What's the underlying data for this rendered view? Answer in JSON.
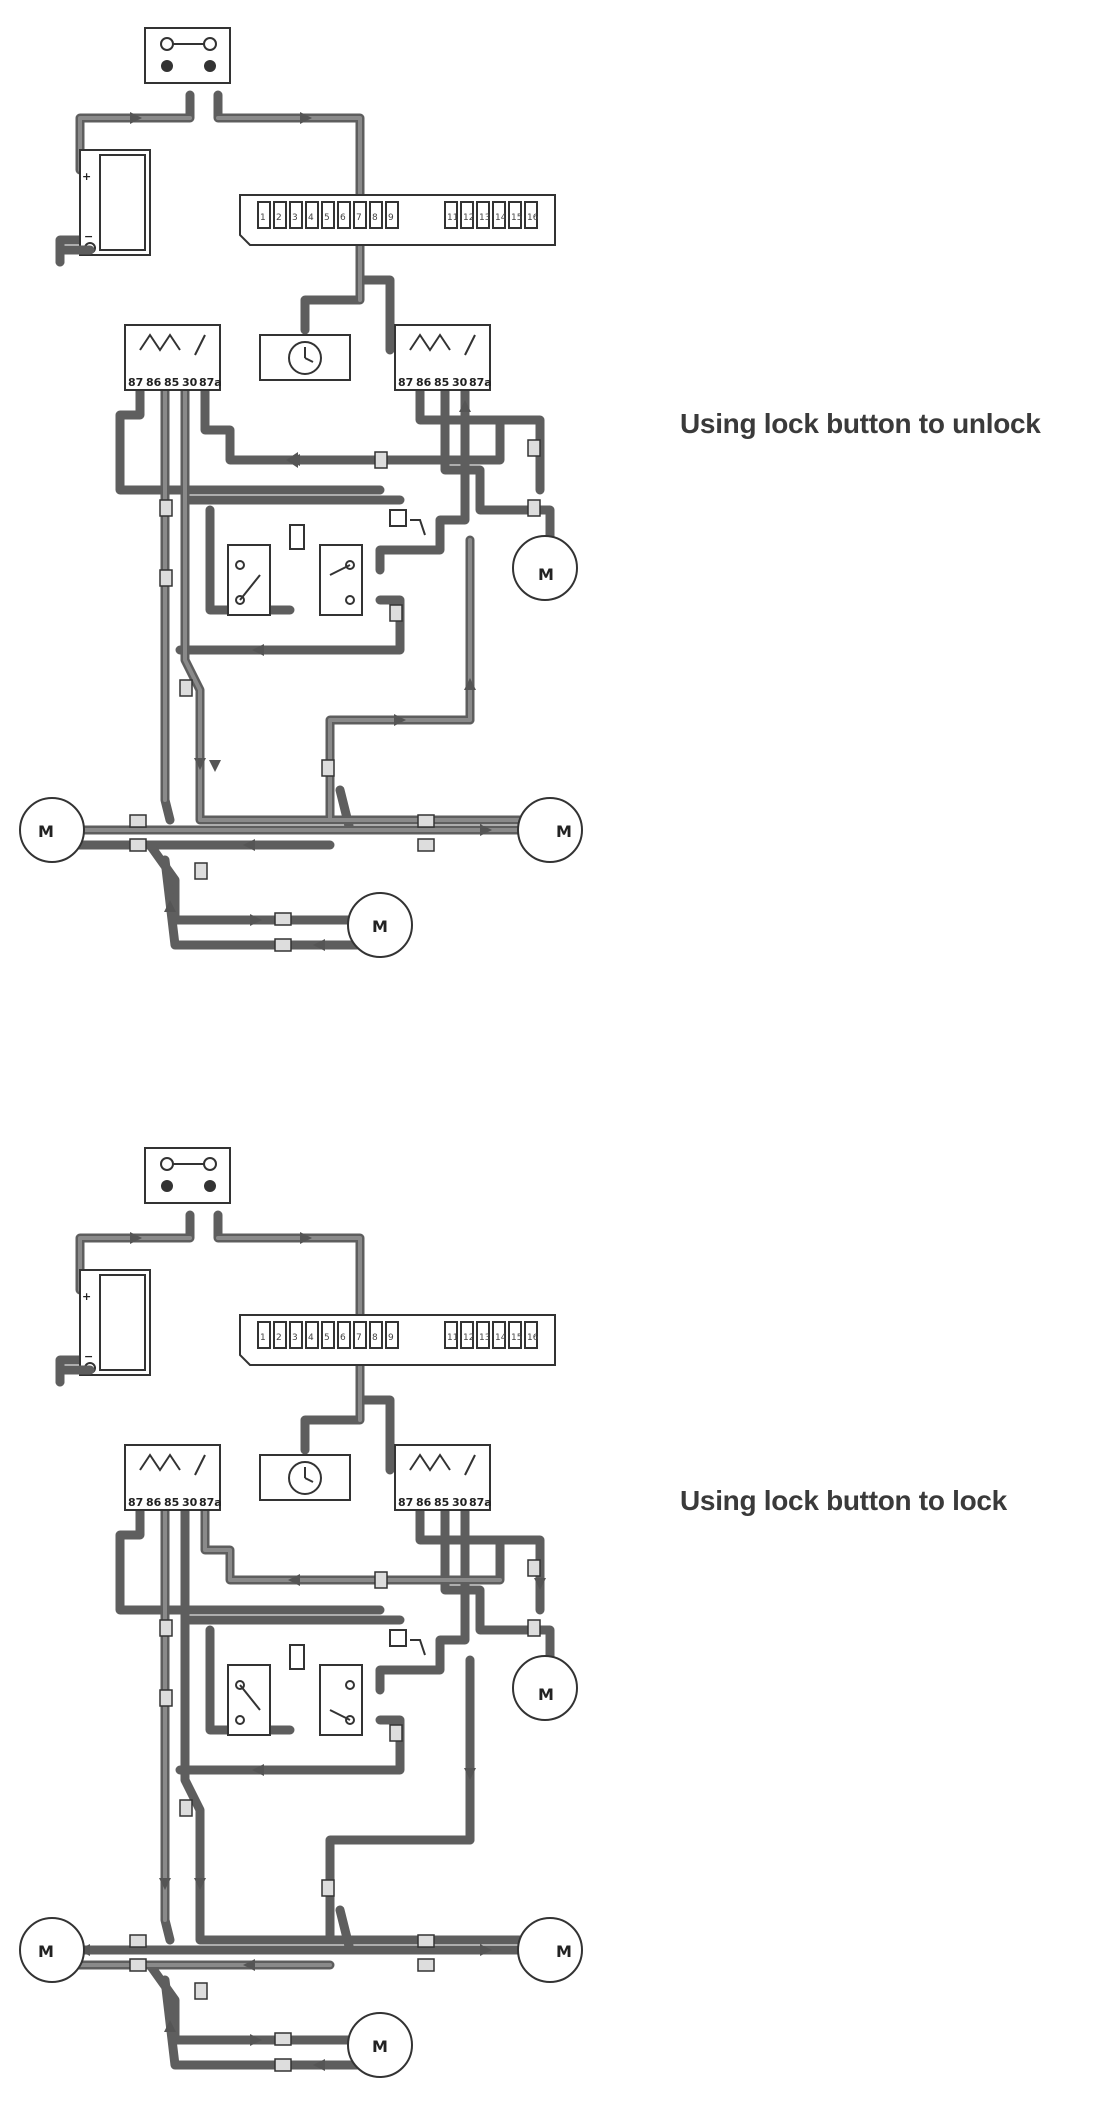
{
  "captions": {
    "top": "Using lock button to unlock",
    "bottom": "Using lock button to lock"
  },
  "relay_pins": [
    "87",
    "86",
    "85",
    "30",
    "87a"
  ],
  "motor_label": "M",
  "battery": {
    "plus": "+",
    "minus": "−"
  },
  "fusebox_numbers": [
    "1",
    "2",
    "3",
    "4",
    "5",
    "6",
    "7",
    "8",
    "9",
    "",
    "11",
    "12",
    "13",
    "14",
    "15",
    "16"
  ]
}
